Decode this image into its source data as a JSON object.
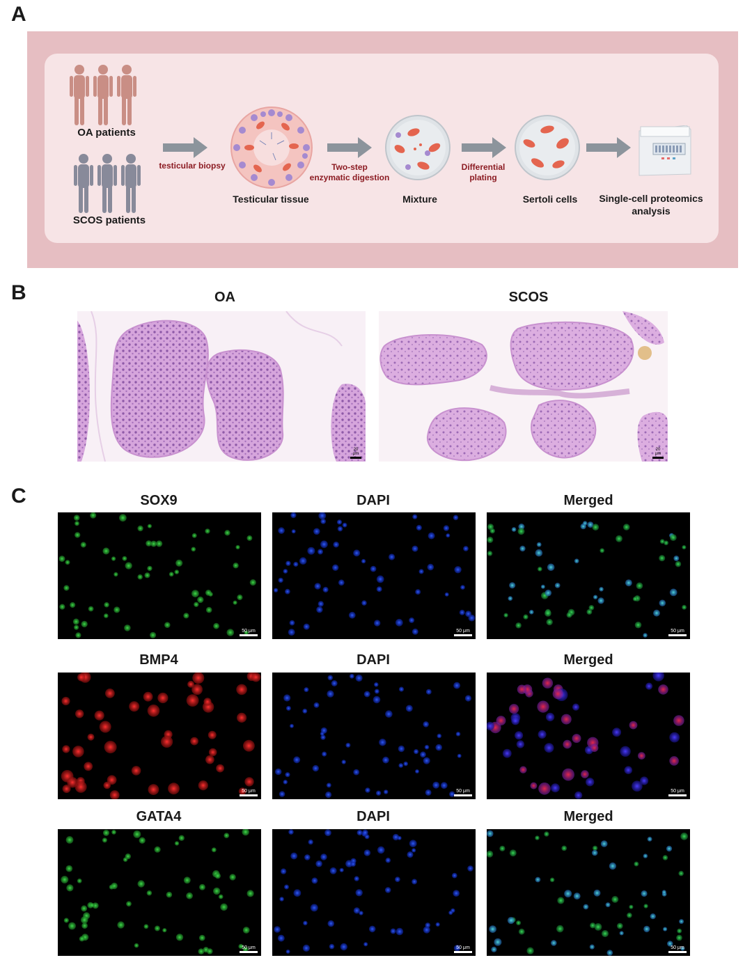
{
  "panels": {
    "a": "A",
    "b": "B",
    "c": "C"
  },
  "panelA": {
    "groups": [
      "OA patients",
      "SCOS patients"
    ],
    "arrows": [
      "testicular biopsy",
      "Two-step\nenzymatic digestion",
      "Differential\nplating"
    ],
    "steps": [
      "Testicular tissue",
      "Mixture",
      "Sertoli cells",
      "Single-cell proteomics\nanalysis"
    ],
    "colors": {
      "outer": "#e6bec2",
      "inner": "#f7e4e6",
      "oa_person": "#c98e85",
      "scos_person": "#888a9a",
      "arrow": "#8c949c",
      "arrow_text": "#8c1c23"
    }
  },
  "panelB": {
    "titles": [
      "OA",
      "SCOS"
    ],
    "scale": [
      "20 μm",
      "20 μm"
    ]
  },
  "panelC": {
    "rows": [
      {
        "titles": [
          "SOX9",
          "DAPI",
          "Merged"
        ],
        "scale": [
          "50 μm",
          "50 μm",
          "50 μm"
        ]
      },
      {
        "titles": [
          "BMP4",
          "DAPI",
          "Merged"
        ],
        "scale": [
          "50 μm",
          "50 μm",
          "50 μm"
        ]
      },
      {
        "titles": [
          "GATA4",
          "DAPI",
          "Merged"
        ],
        "scale": [
          "50 μm",
          "50 μm",
          "50 μm"
        ]
      }
    ]
  }
}
